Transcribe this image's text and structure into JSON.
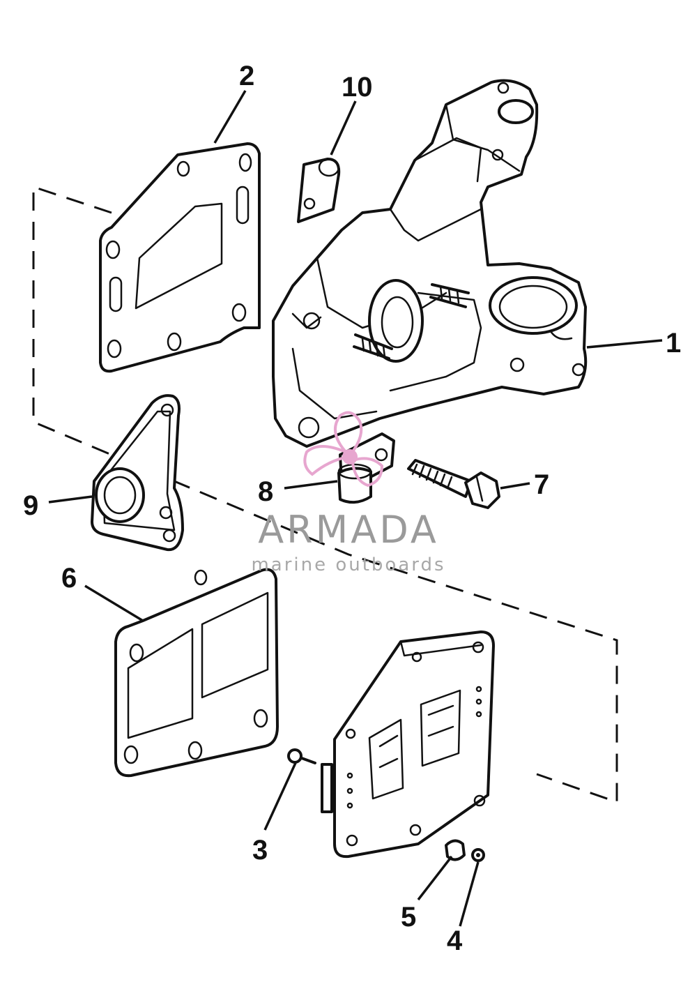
{
  "callouts": [
    {
      "id": "1",
      "label": "1"
    },
    {
      "id": "2",
      "label": "2"
    },
    {
      "id": "3",
      "label": "3"
    },
    {
      "id": "4",
      "label": "4"
    },
    {
      "id": "5",
      "label": "5"
    },
    {
      "id": "6",
      "label": "6"
    },
    {
      "id": "7",
      "label": "7"
    },
    {
      "id": "8",
      "label": "8"
    },
    {
      "id": "9",
      "label": "9"
    },
    {
      "id": "10",
      "label": "10"
    }
  ],
  "watermark": {
    "title": "ARMADA",
    "subtitle": "marine outboards",
    "logo": "propeller-logo",
    "colors": {
      "text": "#9a9a9a",
      "logo": "#e7a6cf"
    }
  }
}
